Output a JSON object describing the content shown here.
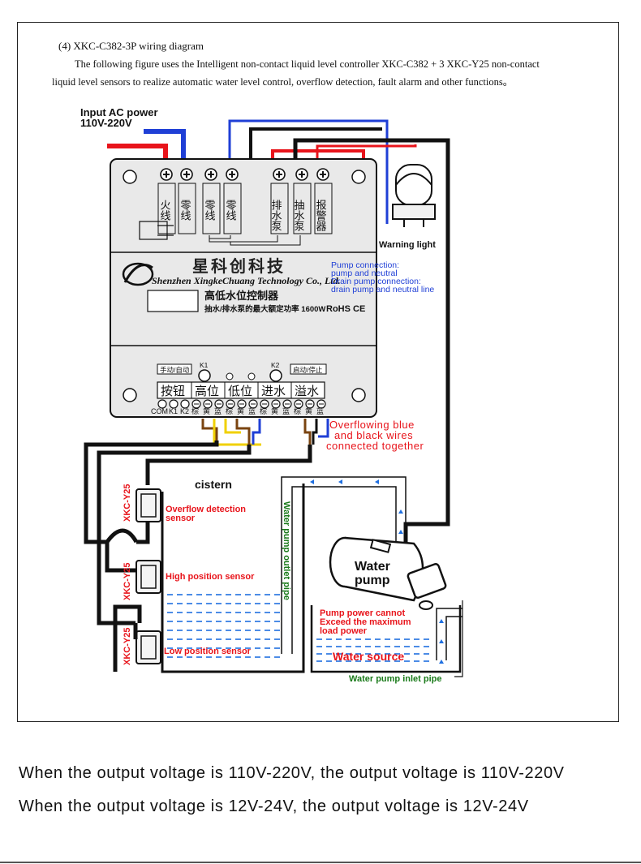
{
  "heading": "(4) XKC-C382-3P wiring diagram",
  "intro_line1": "The following figure uses the Intelligent non-contact liquid level controller XKC-C382 + 3 XKC-Y25 non-contact",
  "intro_line2": "liquid level sensors to realize automatic water level control, overflow detection, fault alarm and other functions。",
  "input_power": {
    "line1": "Input AC power",
    "line2": "110V-220V"
  },
  "terminals": [
    "火线",
    "零线",
    "零线",
    "零线",
    "排水泵",
    "抽水泵",
    "报警器"
  ],
  "brand": {
    "cn_name": "星科创科技",
    "en_name": "Shenzhen XingkeChuang Technology Co., Ltd.",
    "product": "高低水位控制器",
    "power_note": "抽水/排水泵的最大额定功率 1600W",
    "certs": "RoHS CE"
  },
  "pump_note": {
    "line1": "Pump connection:",
    "line2": "pump and neutral",
    "line3": "Drain pump connection:",
    "line4": "drain pump and neutral line"
  },
  "warning_light": "Warning light",
  "controls": {
    "manual_auto": "手动/自动",
    "k1": "K1",
    "k2": "K2",
    "start_stop": "启动/停止"
  },
  "bottom_groups": [
    "按钮",
    "高位",
    "低位",
    "进水",
    "溢水"
  ],
  "bottom_pins": [
    "COM",
    "K1",
    "K2",
    "棕",
    "黄",
    "蓝",
    "棕",
    "黄",
    "蓝",
    "棕",
    "黄",
    "蓝",
    "棕",
    "黄",
    "蓝"
  ],
  "overflow_note": {
    "line1": "Overflowing blue",
    "line2": "and black wires",
    "line3": "connected together"
  },
  "cistern": "cistern",
  "sensor_model": "XKC-Y25",
  "overflow_sensor": {
    "line1": "Overflow detection",
    "line2": "sensor"
  },
  "high_sensor": "High position sensor",
  "low_sensor": "Low position sensor",
  "outlet_pipe": "Water pump outlet pipe",
  "water_pump": {
    "line1": "Water",
    "line2": "pump"
  },
  "pump_power_note": {
    "line1": "Pump power cannot",
    "line2": "Exceed the maximum",
    "line3": "load power"
  },
  "water_source": "Water source",
  "inlet_pipe": "Water pump inlet pipe",
  "caption1": "When the output voltage is 110V-220V, the output voltage is 110V-220V",
  "caption2": "When the output voltage is 12V-24V, the output voltage is 12V-24V",
  "colors": {
    "red": "#e8141b",
    "blue": "#1f3fd6",
    "black": "#111111",
    "brown": "#7a4410",
    "yellow": "#f0d000",
    "green": "#1a7a1a",
    "panel": "#e9e9e9"
  }
}
